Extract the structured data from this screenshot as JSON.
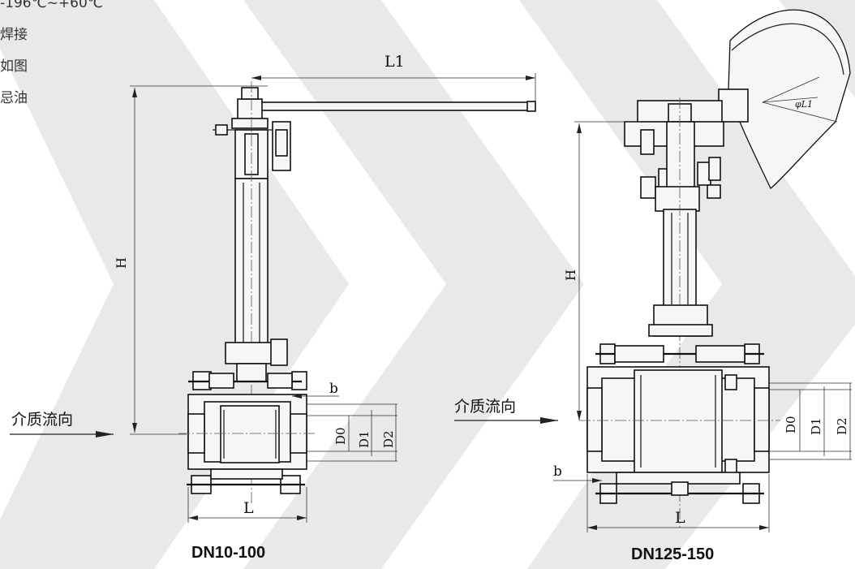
{
  "spec_lines": [
    {
      "text": "-196℃~+60℃"
    },
    {
      "text": "焊接"
    },
    {
      "text": "如图"
    },
    {
      "text": "忌油"
    }
  ],
  "left_drawing": {
    "caption": "DN10-100",
    "flow_label": "介质流向",
    "dims": {
      "H": "H",
      "L": "L",
      "L1": "L1",
      "b": "b",
      "D0": "D0",
      "D1": "D1",
      "D2": "D2"
    }
  },
  "right_drawing": {
    "caption": "DN125-150",
    "flow_label": "介质流向",
    "dims": {
      "H": "H",
      "L": "L",
      "phiL1": "φL1",
      "b": "b",
      "D0": "D0",
      "D1": "D1",
      "D2": "D2"
    }
  },
  "colors": {
    "background": "#ffffff",
    "chevron": "#e4e4e4",
    "line": "#111111"
  }
}
